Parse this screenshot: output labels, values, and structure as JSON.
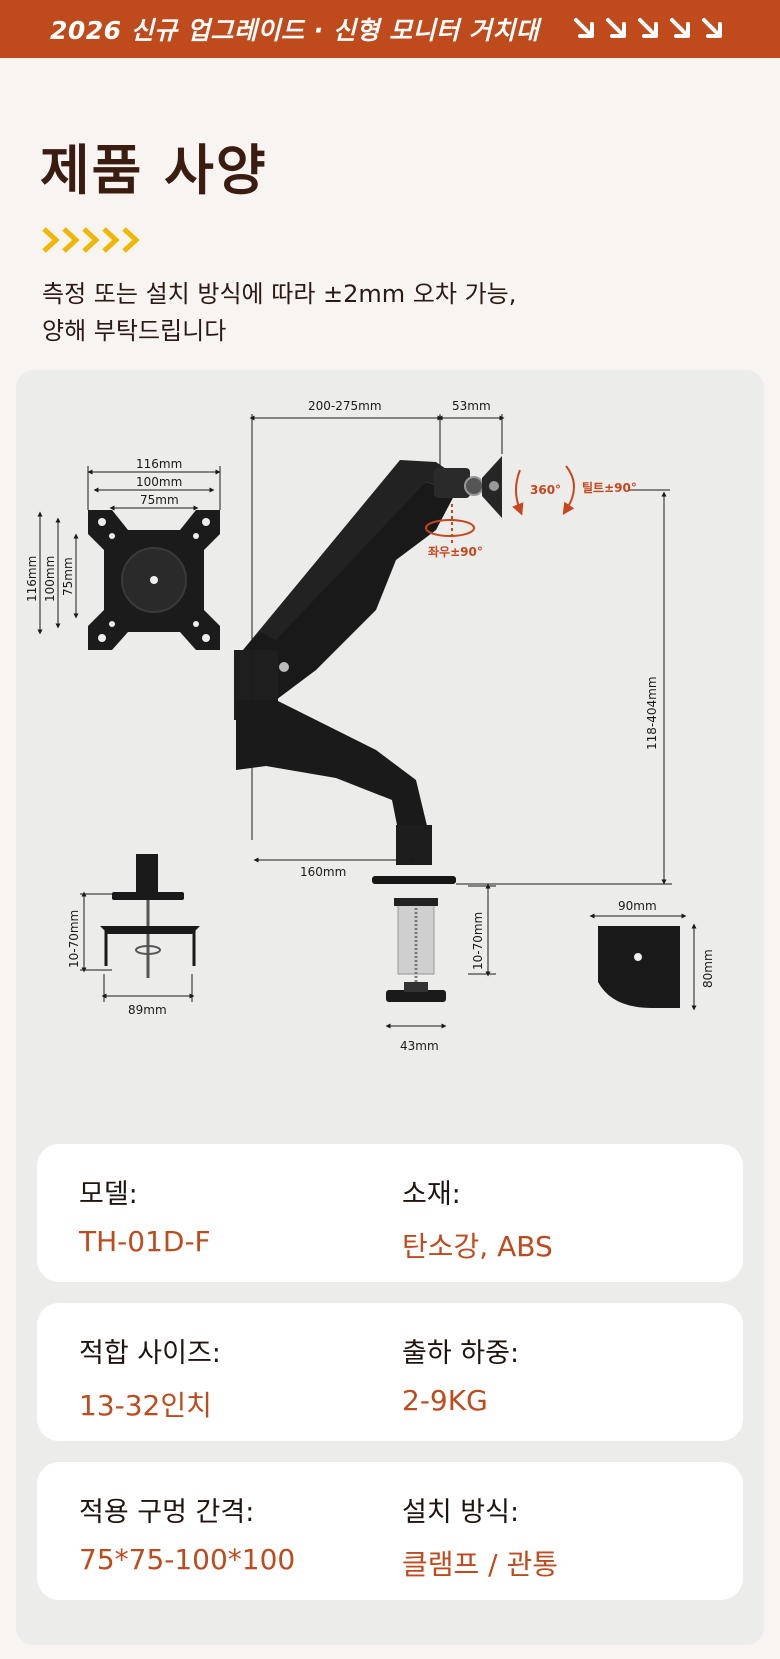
{
  "banner": {
    "text": "2026 신규 업그레이드 · 신형 모니터 거치대"
  },
  "title": "제품 사양",
  "note": {
    "line1": "측정 또는 설치 방식에 따라 ±2mm 오차 가능,",
    "line2": "양해 부탁드립니다"
  },
  "colors": {
    "accent": "#bf4a1c",
    "chevron": "#f2b705",
    "panel": "#ececeb",
    "card": "#ffffff"
  },
  "diagram": {
    "vesa": {
      "w1": "116mm",
      "w2": "100mm",
      "w3": "75mm",
      "h1": "116mm",
      "h2": "100mm",
      "h3": "75mm"
    },
    "arm": {
      "reach": "200-275mm",
      "head": "53mm",
      "height": "118-404mm",
      "base_offset": "160mm",
      "rotate": "360°",
      "tilt": "틸트±90°",
      "swivel": "좌우±90°"
    },
    "clamp": {
      "thickness": "10-70mm",
      "width": "89mm"
    },
    "grommet": {
      "thickness": "10-70mm",
      "width": "43mm"
    },
    "plate": {
      "width": "90mm",
      "height": "80mm"
    }
  },
  "specs": [
    {
      "left": {
        "label": "모델:",
        "value": "TH-01D-F"
      },
      "right": {
        "label": "소재:",
        "value": "탄소강, ABS"
      }
    },
    {
      "left": {
        "label": "적합 사이즈:",
        "value": "13-32인치"
      },
      "right": {
        "label": "출하 하중:",
        "value": "2-9KG"
      }
    },
    {
      "left": {
        "label": "적용 구멍 간격:",
        "value": "75*75-100*100"
      },
      "right": {
        "label": "설치 방식:",
        "value": "클램프 / 관통"
      }
    }
  ]
}
